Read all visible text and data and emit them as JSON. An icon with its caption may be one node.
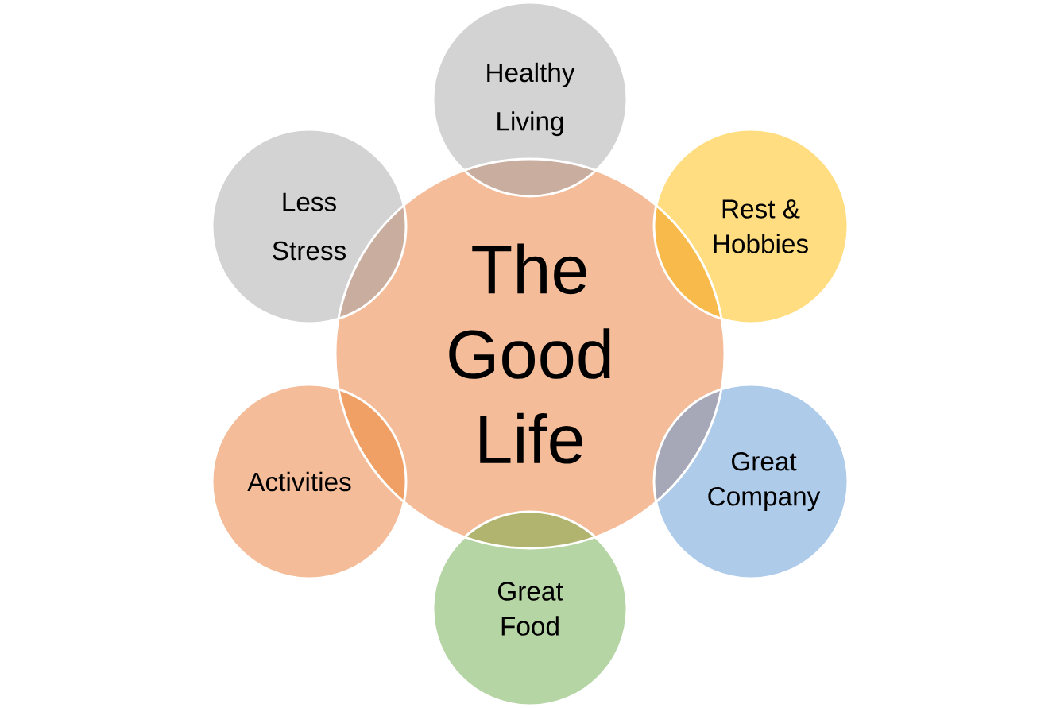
{
  "diagram": {
    "nodes": [
      {
        "text": [
          "The Good Life"
        ]
      },
      {
        "text": [
          "Healthy Living"
        ]
      },
      {
        "text": [
          "Rest & Hobbies"
        ]
      },
      {
        "text": [
          "Great Company"
        ]
      },
      {
        "text": [
          "Great Food"
        ]
      },
      {
        "text": [
          "Activities"
        ]
      },
      {
        "text": [
          "Less Stress"
        ]
      }
    ]
  }
}
